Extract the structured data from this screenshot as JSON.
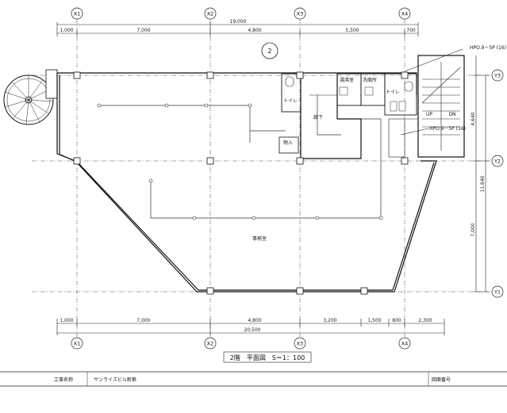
{
  "sheet": {
    "title": "2階　平面図　S＝1：100",
    "floor_number": "2"
  },
  "title_block": {
    "project_label": "工事名称",
    "project_name": "サンライズビル新築",
    "drawing_number_label": "図面番号"
  },
  "grid_axes": {
    "columns": [
      "X1",
      "X2",
      "X3",
      "X4"
    ],
    "rows": [
      "Y3",
      "Y2",
      "Y1"
    ]
  },
  "dimensions": {
    "top_total": "19,000",
    "top_segments": [
      "1,000",
      "7,000",
      "4,800",
      "5,500",
      "700"
    ],
    "bottom_segments": [
      "1,000",
      "7,000",
      "4,800",
      "3,200",
      "1,500",
      "800",
      "2,300"
    ],
    "bottom_total": "20,500",
    "right_total": "11,640",
    "right_segments": [
      "4,640",
      "7,000"
    ]
  },
  "rooms": {
    "office": "事務室",
    "toilet_left": "トイレ",
    "toilet_right": "トイレ",
    "corridor": "廊下",
    "storage": "物入",
    "kitchenette": "湯沸室",
    "washroom": "洗面所"
  },
  "annotations": {
    "pipe_top": "HPO.9－5P (16)",
    "pipe_bottom": "HPO.9－5P (16)",
    "stair_up": "UP",
    "stair_down": "DN"
  }
}
